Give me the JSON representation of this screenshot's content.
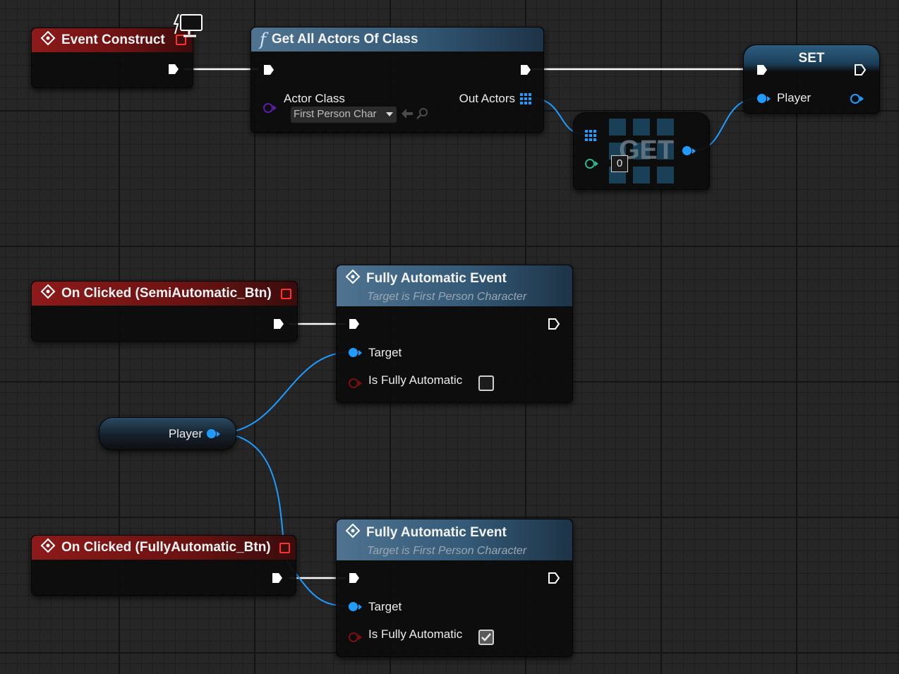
{
  "nodes": {
    "event_construct": {
      "title": "Event Construct"
    },
    "get_all_actors": {
      "title": "Get All Actors Of Class",
      "actor_class_label": "Actor Class",
      "actor_class_value": "First Person Char",
      "out_actors_label": "Out Actors"
    },
    "set_node": {
      "title": "SET",
      "player_label": "Player"
    },
    "get_node": {
      "title": "GET",
      "index": "0"
    },
    "on_clicked_semi": {
      "title": "On Clicked (SemiAutomatic_Btn)"
    },
    "on_clicked_full": {
      "title": "On Clicked (FullyAutomatic_Btn)"
    },
    "fully_auto_1": {
      "title": "Fully Automatic Event",
      "subtitle": "Target is First Person Character",
      "target_label": "Target",
      "is_fully_label": "Is Fully Automatic",
      "checked": false
    },
    "fully_auto_2": {
      "title": "Fully Automatic Event",
      "subtitle": "Target is First Person Character",
      "target_label": "Target",
      "is_fully_label": "Is Fully Automatic",
      "checked": true
    },
    "player_var": {
      "label": "Player"
    }
  },
  "colors": {
    "exec_wire": "#ffffff",
    "object_wire": "#1e9cff",
    "event_header": "#8e1a1a",
    "function_header": "#4f7391",
    "bool_pin": "#7a1010",
    "class_pin": "#5a1ea8",
    "int_pin": "#2bb58b"
  },
  "icons": {
    "event": "event-diamond-icon",
    "function": "function-f-icon",
    "exec": "exec-arrow-icon",
    "array": "array-grid-icon",
    "delegate": "delegate-square-icon",
    "client": "client-monitor-icon",
    "browse": "browse-arrow-icon",
    "search": "search-magnifier-icon",
    "dropdown": "chevron-down-icon",
    "checkmark": "checkmark-icon"
  }
}
